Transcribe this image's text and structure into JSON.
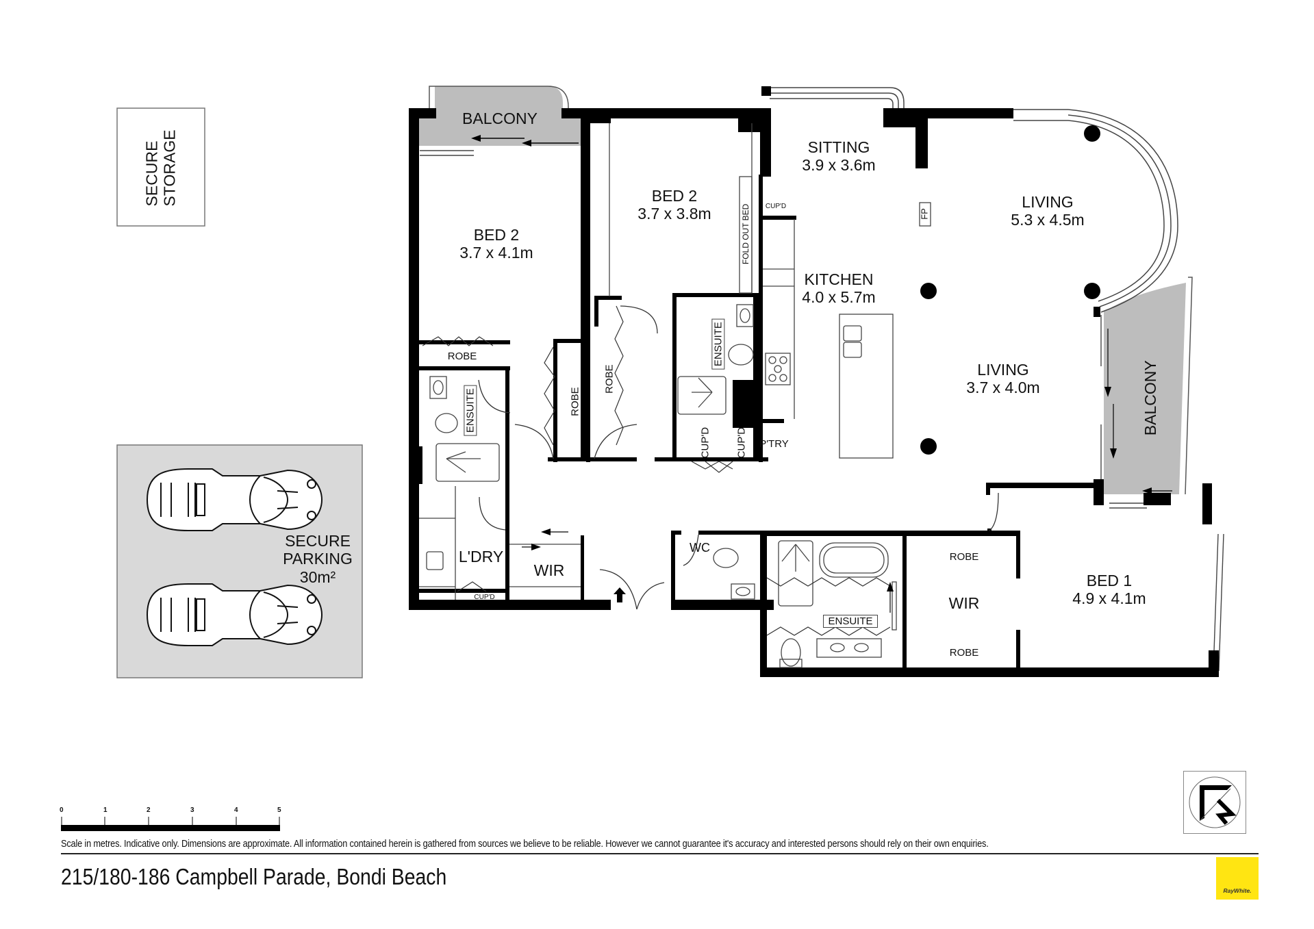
{
  "storage": {
    "line1": "SECURE",
    "line2": "STORAGE"
  },
  "parking": {
    "line1": "SECURE",
    "line2": "PARKING",
    "area": "30m²"
  },
  "rooms": {
    "balcony_top": "BALCONY",
    "bed2_left": {
      "name": "BED 2",
      "size": "3.7 x 4.1m"
    },
    "bed2_right": {
      "name": "BED 2",
      "size": "3.7 x 3.8m"
    },
    "fold_out_bed": "FOLD OUT BED",
    "sitting": {
      "name": "SITTING",
      "size": "3.9 x 3.6m"
    },
    "cupd_small": "CUP'D",
    "fireplace": "FP",
    "living_main": {
      "name": "LIVING",
      "size": "5.3 x 4.5m"
    },
    "kitchen": {
      "name": "KITCHEN",
      "size": "4.0 x 5.7m"
    },
    "living_second": {
      "name": "LIVING",
      "size": "3.7 x 4.0m"
    },
    "balcony_right": "BALCONY",
    "robe_left": "ROBE",
    "ensuite_left": "ENSUITE",
    "robe_mid1": "ROBE",
    "robe_mid2": "ROBE",
    "ensuite_mid": "ENSUITE",
    "cupd_1": "CUP'D",
    "cupd_2": "CUP'D",
    "pantry": "P'TRY",
    "laundry": "L'DRY",
    "laundry_cupd": "CUP'D",
    "wir_hall": "WIR",
    "wc": "WC",
    "ensuite_main": "ENSUITE",
    "robe_top": "ROBE",
    "wir_main": "WIR",
    "robe_bottom": "ROBE",
    "bed1": {
      "name": "BED 1",
      "size": "4.9 x 4.1m"
    }
  },
  "scale": {
    "ticks": [
      "0",
      "1",
      "2",
      "3",
      "4",
      "5"
    ],
    "unit": "metres"
  },
  "footer": {
    "disclaimer": "Scale in metres. Indicative only. Dimensions are approximate. All information contained herein is gathered from sources we believe to be reliable. However we cannot guarantee it's accuracy and interested persons should rely on their own enquiries.",
    "address": "215/180-186 Campbell Parade, Bondi Beach",
    "brand": "RayWhite.",
    "brand_color": "#FFE512"
  },
  "colors": {
    "wall": "#000000",
    "balcony_fill": "#BDBDBD",
    "parking_fill": "#D9D9D9"
  },
  "icons": {
    "north_arrow": "north-arrow-icon",
    "entry_arrow": "entry-arrow-icon"
  }
}
